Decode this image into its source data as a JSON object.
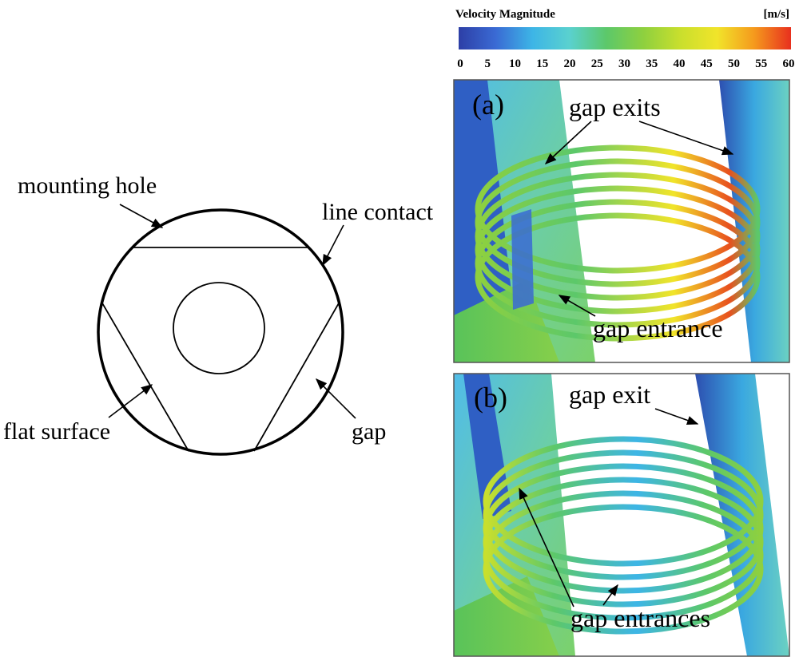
{
  "left_diagram": {
    "labels": {
      "mounting_hole": "mounting hole",
      "line_contact": "line contact",
      "flat_surface": "flat surface",
      "gap": "gap"
    }
  },
  "colorbar": {
    "title": "Velocity Magnitude",
    "unit": "[m/s]",
    "ticks": [
      "0",
      "5",
      "10",
      "15",
      "20",
      "25",
      "30",
      "35",
      "40",
      "45",
      "50",
      "55",
      "60"
    ],
    "range": [
      0,
      60
    ],
    "colors": [
      "#2d3fa6",
      "#3a6ad4",
      "#3db5e6",
      "#5ad1cf",
      "#5cc86a",
      "#8ed03f",
      "#c9df2d",
      "#f1e42a",
      "#f59a1d",
      "#e8301e"
    ]
  },
  "panel_a": {
    "label": "(a)",
    "annotations": {
      "top": "gap exits",
      "bottom": "gap entrance"
    }
  },
  "panel_b": {
    "label": "(b)",
    "annotations": {
      "top": "gap exit",
      "bottom": "gap entrances"
    }
  }
}
